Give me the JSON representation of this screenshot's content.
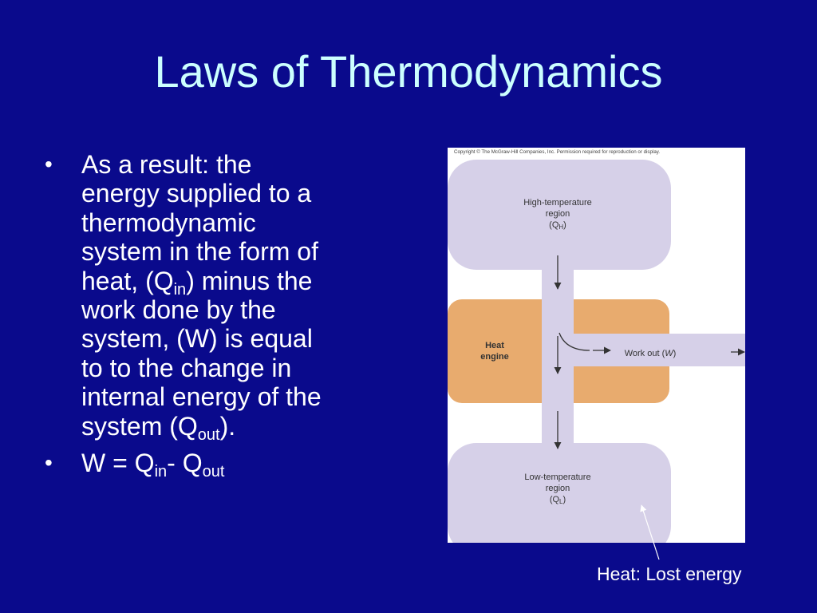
{
  "slide": {
    "title": "Laws of Thermodynamics"
  },
  "bullets": [
    {
      "line1": "As a result: the",
      "line2": "energy supplied to a",
      "line3": "thermodynamic",
      "line4": "system in the form of",
      "line5_pre": "heat, (Q",
      "line5_sub": "in",
      "line5_post": ") minus the",
      "line6": "work done by the",
      "line7": "system, (W) is equal",
      "line8": "to to the change in",
      "line9": "internal energy of the",
      "line10_pre": "system (Q",
      "line10_sub": "out",
      "line10_post": ")."
    },
    {
      "eq_pre": "W = Q",
      "eq_sub1": "in",
      "eq_mid": "- Q",
      "eq_sub2": "out"
    }
  ],
  "figure": {
    "copyright": "Copyright © The McGraw-Hill Companies, Inc. Permission required for reproduction or display.",
    "high_region_line1": "High-temperature",
    "high_region_line2": "region",
    "high_region_q": "(Q",
    "high_region_q_sub": "H",
    "high_region_q_close": ")",
    "engine_line1": "Heat",
    "engine_line2": "engine",
    "work_out_pre": "Work out (",
    "work_out_w": "W",
    "work_out_post": ")",
    "low_region_line1": "Low-temperature",
    "low_region_line2": "region",
    "low_region_q": "(Q",
    "low_region_q_sub": "L",
    "low_region_q_close": ")",
    "colors": {
      "region": "#d6d0e8",
      "engine": "#e8ab6e",
      "arrow": "#333333"
    }
  },
  "caption": "Heat: Lost energy",
  "colors": {
    "background": "#0a0a8c",
    "title": "#ccffff",
    "text": "#ffffff"
  }
}
